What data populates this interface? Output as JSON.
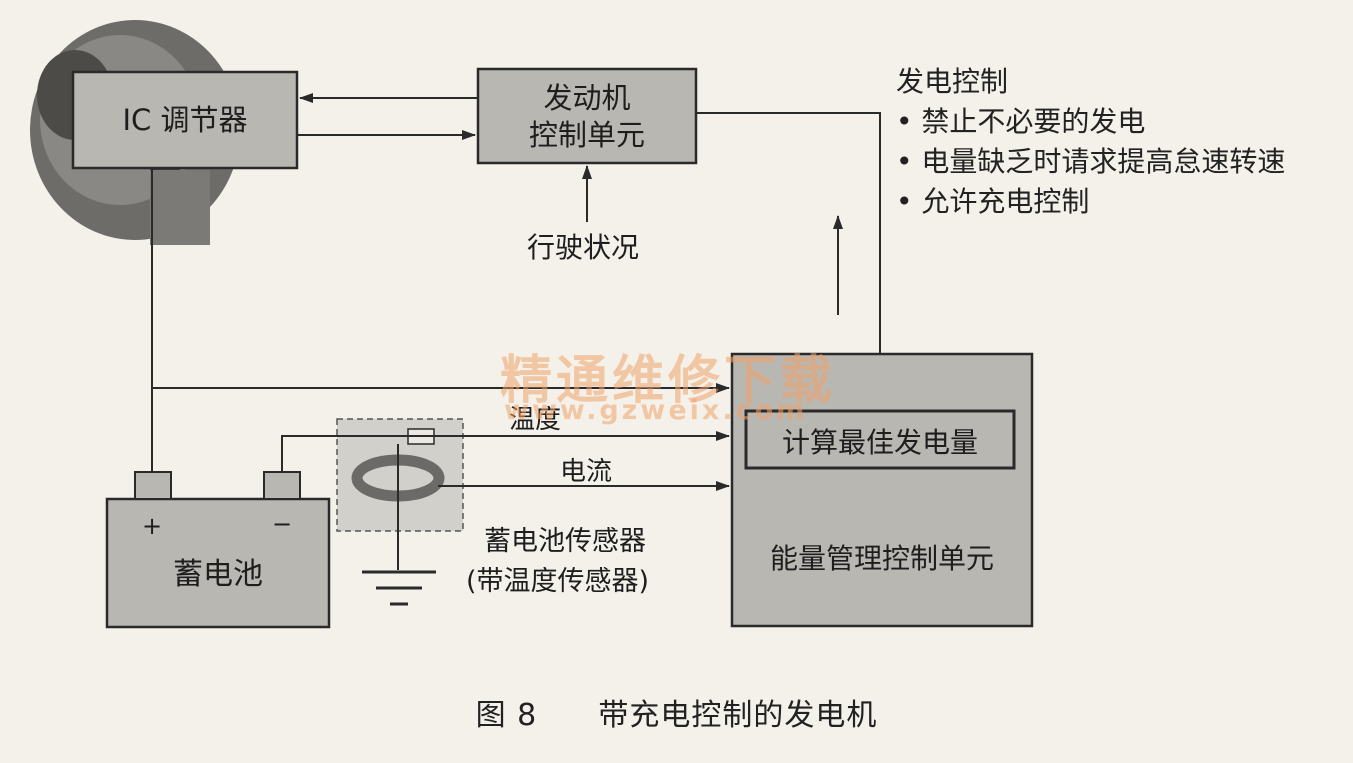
{
  "blocks": {
    "ic_regulator": "IC 调节器",
    "engine_ecu_line1": "发动机",
    "engine_ecu_line2": "控制单元",
    "driving_condition": "行驶状况",
    "battery": "蓄电池",
    "battery_plus": "+",
    "battery_minus": "−",
    "calc_optimal": "计算最佳发电量",
    "energy_mgmt": "能量管理控制单元",
    "temperature": "温度",
    "current": "电流",
    "sensor_line1": "蓄电池传感器",
    "sensor_line2": "(带温度传感器)"
  },
  "notes": {
    "title": "发电控制",
    "items": [
      "• 禁止不必要的发电",
      "• 电量缺乏时请求提高怠速转速",
      "• 允许充电控制"
    ]
  },
  "watermark": {
    "chinese": "精通维修下载",
    "url": "www.gzweix.com"
  },
  "caption": {
    "number": "图 8",
    "title": "带充电控制的发电机"
  },
  "colors": {
    "box_fill": "#b9b7b2",
    "line": "#2a2a2a",
    "watermark": "#f0a36a"
  }
}
